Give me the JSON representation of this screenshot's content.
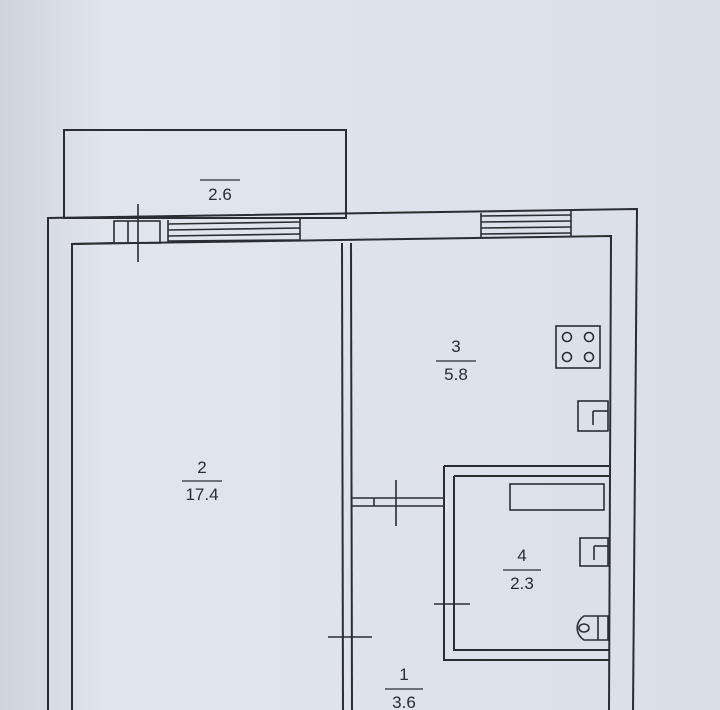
{
  "floorplan": {
    "rooms": [
      {
        "id": "balcony",
        "number": "",
        "area": "2.6"
      },
      {
        "id": "room",
        "number": "2",
        "area": "17.4"
      },
      {
        "id": "kitchen",
        "number": "3",
        "area": "5.8"
      },
      {
        "id": "bathroom",
        "number": "4",
        "area": "2.3"
      },
      {
        "id": "hallway",
        "number": "1",
        "area": "3.6"
      }
    ],
    "fixtures": [
      "stove-icon",
      "sink-icon",
      "bathtub-icon",
      "washbasin-icon",
      "toilet-icon"
    ],
    "colors": {
      "paper": "#dfe3ec",
      "ink": "#2b2d33"
    }
  }
}
